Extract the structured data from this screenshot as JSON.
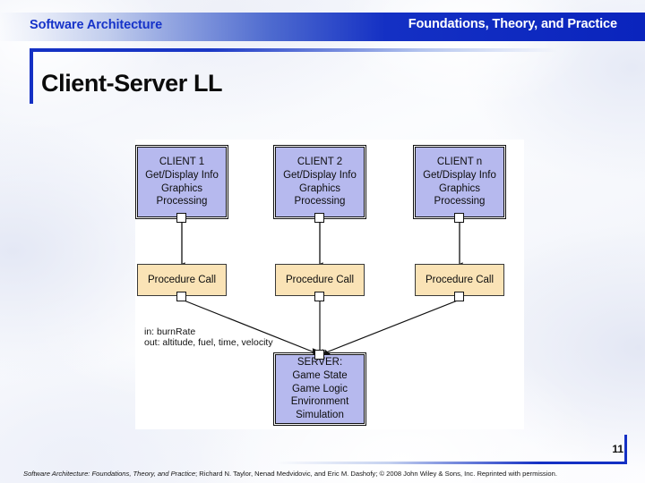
{
  "header": {
    "left_title": "Software Architecture",
    "right_title": "Foundations, Theory, and Practice",
    "band_color": "#1430c4",
    "left_title_color": "#1633c9",
    "right_title_color": "#ffffff"
  },
  "slide": {
    "title": "Client-Server LL",
    "accent_color": "#1430c4",
    "page_number": "11"
  },
  "diagram": {
    "client_fill": "#b6b9ee",
    "procedure_fill": "#fae3b6",
    "clients": [
      {
        "id": "client-1",
        "lines": [
          "CLIENT 1",
          "Get/Display Info",
          "Graphics",
          "Processing"
        ]
      },
      {
        "id": "client-2",
        "lines": [
          "CLIENT 2",
          "Get/Display Info",
          "Graphics",
          "Processing"
        ]
      },
      {
        "id": "client-n",
        "lines": [
          "CLIENT n",
          "Get/Display Info",
          "Graphics",
          "Processing"
        ]
      }
    ],
    "procedures": [
      {
        "id": "procedure-call-1",
        "label": "Procedure Call"
      },
      {
        "id": "procedure-call-2",
        "label": "Procedure Call"
      },
      {
        "id": "procedure-call-3",
        "label": "Procedure Call"
      }
    ],
    "server": {
      "id": "server",
      "lines": [
        "SERVER:",
        "Game State",
        "Game Logic",
        "Environment",
        "Simulation"
      ]
    },
    "annotation": {
      "line1": "in: burnRate",
      "line2": "out: altitude, fuel, time, velocity"
    }
  },
  "footer": {
    "citation_italic": "Software Architecture: Foundations, Theory, and Practice",
    "citation_rest": "; Richard N. Taylor, Nenad Medvidovic, and Eric M. Dashofy; © 2008 John Wiley & Sons, Inc. Reprinted with permission."
  }
}
